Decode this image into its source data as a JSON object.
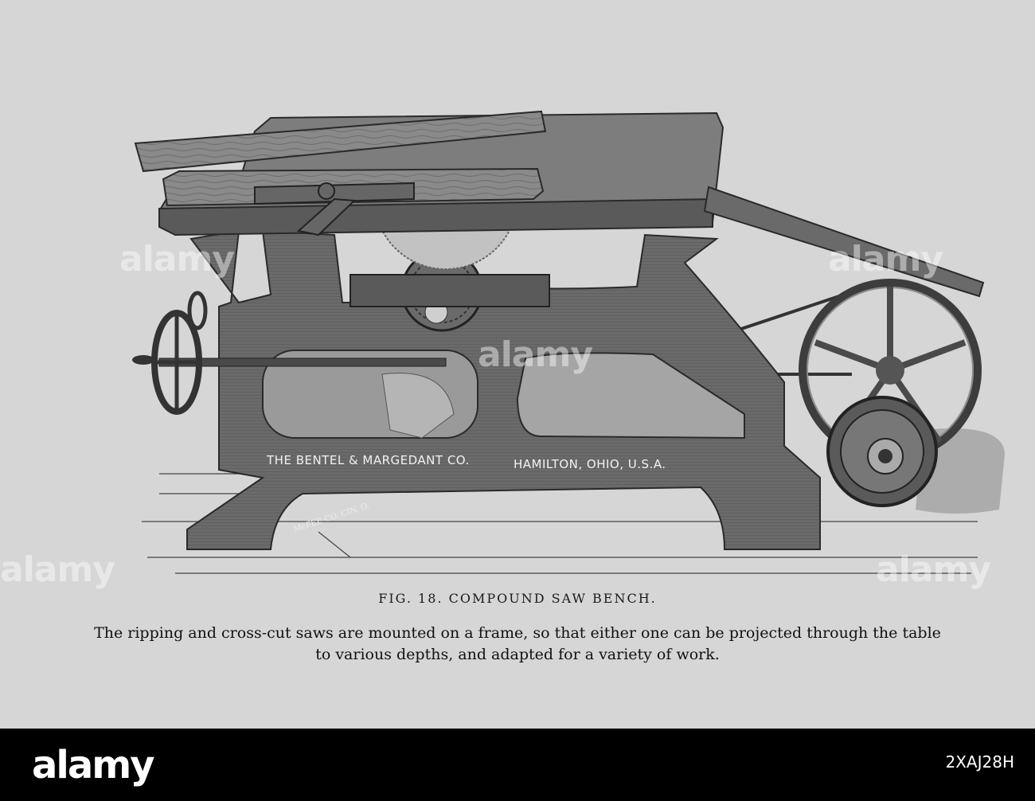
{
  "figure": {
    "caption": "FIG. 18. COMPOUND SAW BENCH.",
    "description": "The ripping and cross-cut saws are mounted on a frame, so that either one can be projected through the table to various depths, and adapted for a variety of work.",
    "frame_maker": "THE BENTEL & MARGEDANT CO.",
    "frame_location": "HAMILTON, OHIO, U.S.A.",
    "engraver": "McFEE-CO. CIN. O."
  },
  "watermark": {
    "text": "alamy"
  },
  "stock_bar": {
    "logo": "alamy",
    "image_id": "2XAJ28H"
  },
  "colors": {
    "paper": "#d6d6d6",
    "metal": "#6a6a6a",
    "metal_dark": "#3d3d3d",
    "wood": "#8a8a8a",
    "ink": "#111111",
    "bar": "#000000"
  }
}
